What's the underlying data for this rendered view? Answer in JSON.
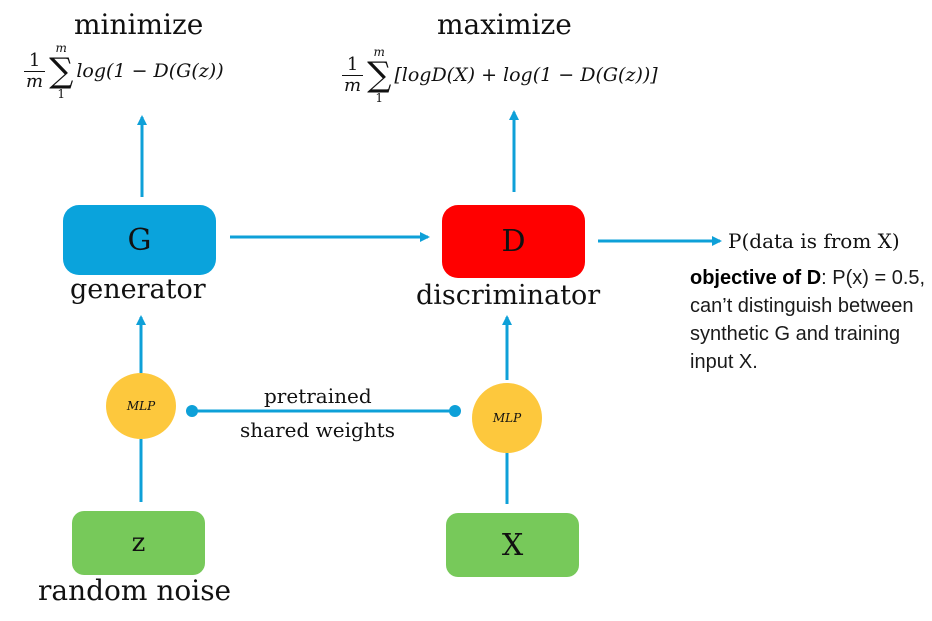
{
  "colors": {
    "arrow": "#0ea0d8",
    "generator_box": "#0aa3dc",
    "discriminator_box": "#ff0000",
    "mlp_circle": "#fdc83d",
    "input_box": "#77c95a"
  },
  "generator": {
    "objective_title": "minimize",
    "formula": {
      "frac_num": "1",
      "frac_den": "m",
      "sum_upper": "m",
      "sum_lower": "1",
      "expr": "log(1 − D(G(z))"
    },
    "box_label": "G",
    "name": "generator"
  },
  "discriminator": {
    "objective_title": "maximize",
    "formula": {
      "frac_num": "1",
      "frac_den": "m",
      "sum_upper": "m",
      "sum_lower": "1",
      "expr": "[logD(X) + log(1 − D(G(z))]"
    },
    "box_label": "D",
    "name": "discriminator",
    "output": "P(data is from X)"
  },
  "mlp": {
    "left_label": "MLP",
    "right_label": "MLP",
    "link_label_line1": "pretrained",
    "link_label_line2": "shared weights"
  },
  "inputs": {
    "noise_box_label": "z",
    "noise_name": "random noise",
    "data_box_label": "X"
  },
  "note": {
    "bold": "objective of D",
    "text": ": P(x) = 0.5, can’t distinguish between synthetic G and training input X."
  }
}
